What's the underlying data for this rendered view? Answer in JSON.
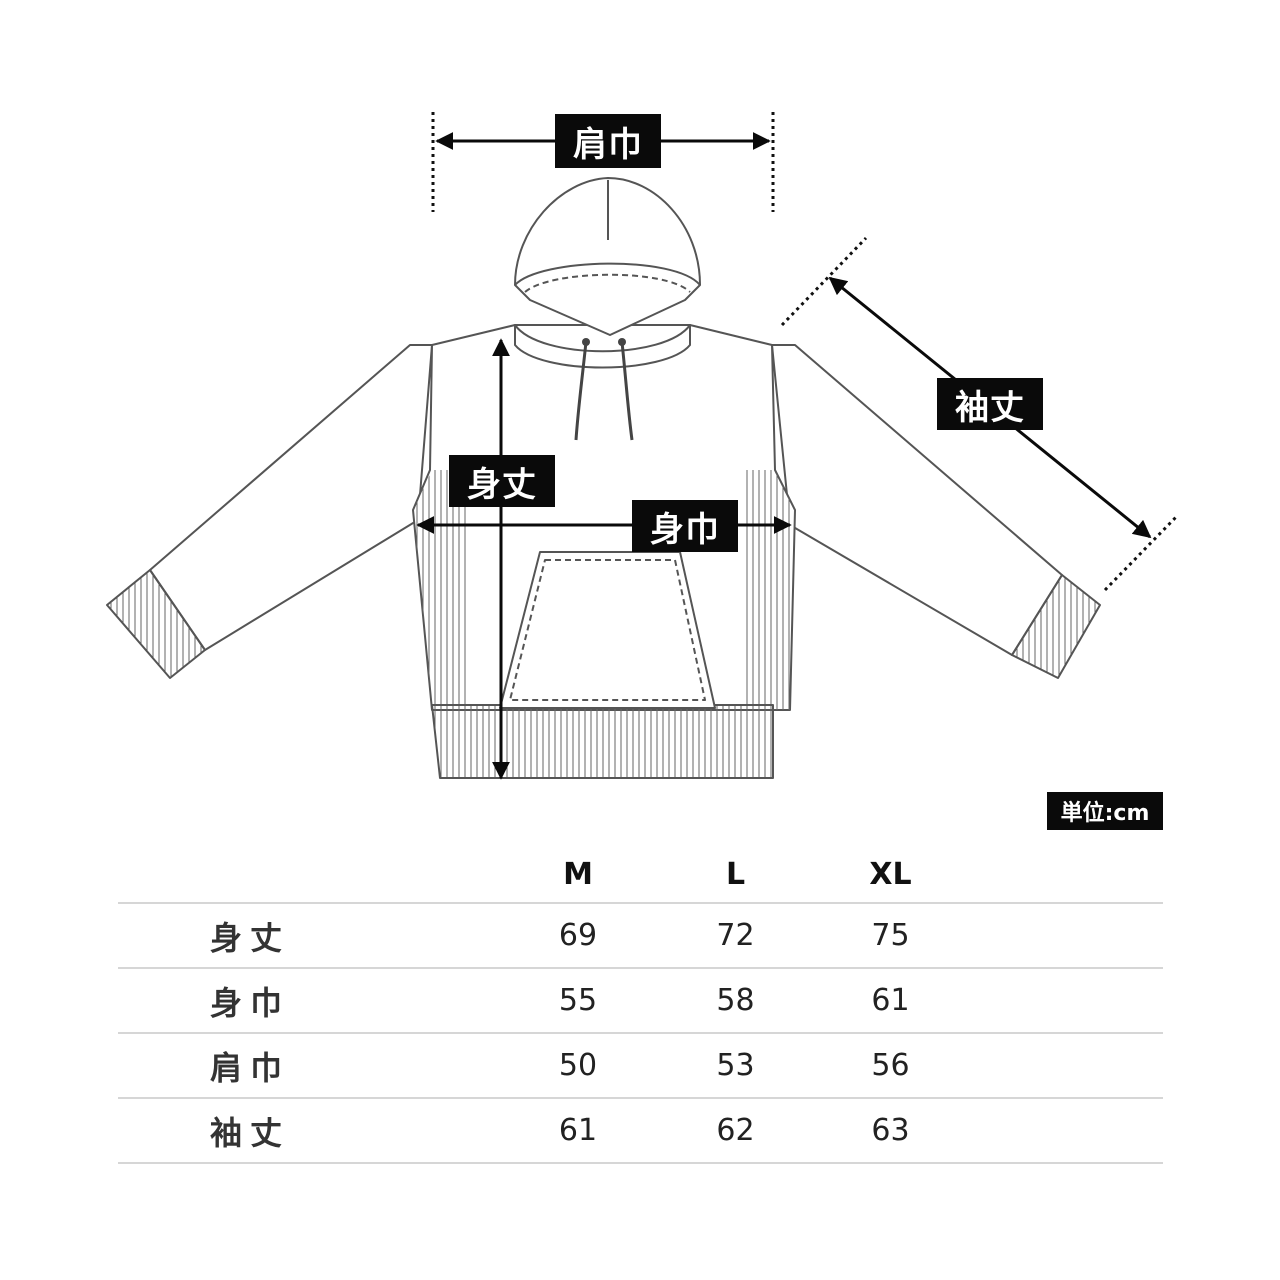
{
  "diagram": {
    "labels": {
      "shoulder_width": "肩巾",
      "body_length": "身丈",
      "body_width": "身巾",
      "sleeve_length": "袖丈"
    },
    "unit_badge": "単位:cm",
    "line_color": "#555555",
    "arrow_color": "#0a0a0a"
  },
  "table": {
    "headers": [
      "",
      "M",
      "L",
      "XL"
    ],
    "rows": [
      {
        "label": "身丈",
        "values": [
          "69",
          "72",
          "75"
        ]
      },
      {
        "label": "身巾",
        "values": [
          "55",
          "58",
          "61"
        ]
      },
      {
        "label": "肩巾",
        "values": [
          "50",
          "53",
          "56"
        ]
      },
      {
        "label": "袖丈",
        "values": [
          "61",
          "62",
          "63"
        ]
      }
    ],
    "divider_color": "#d6d6d6"
  }
}
